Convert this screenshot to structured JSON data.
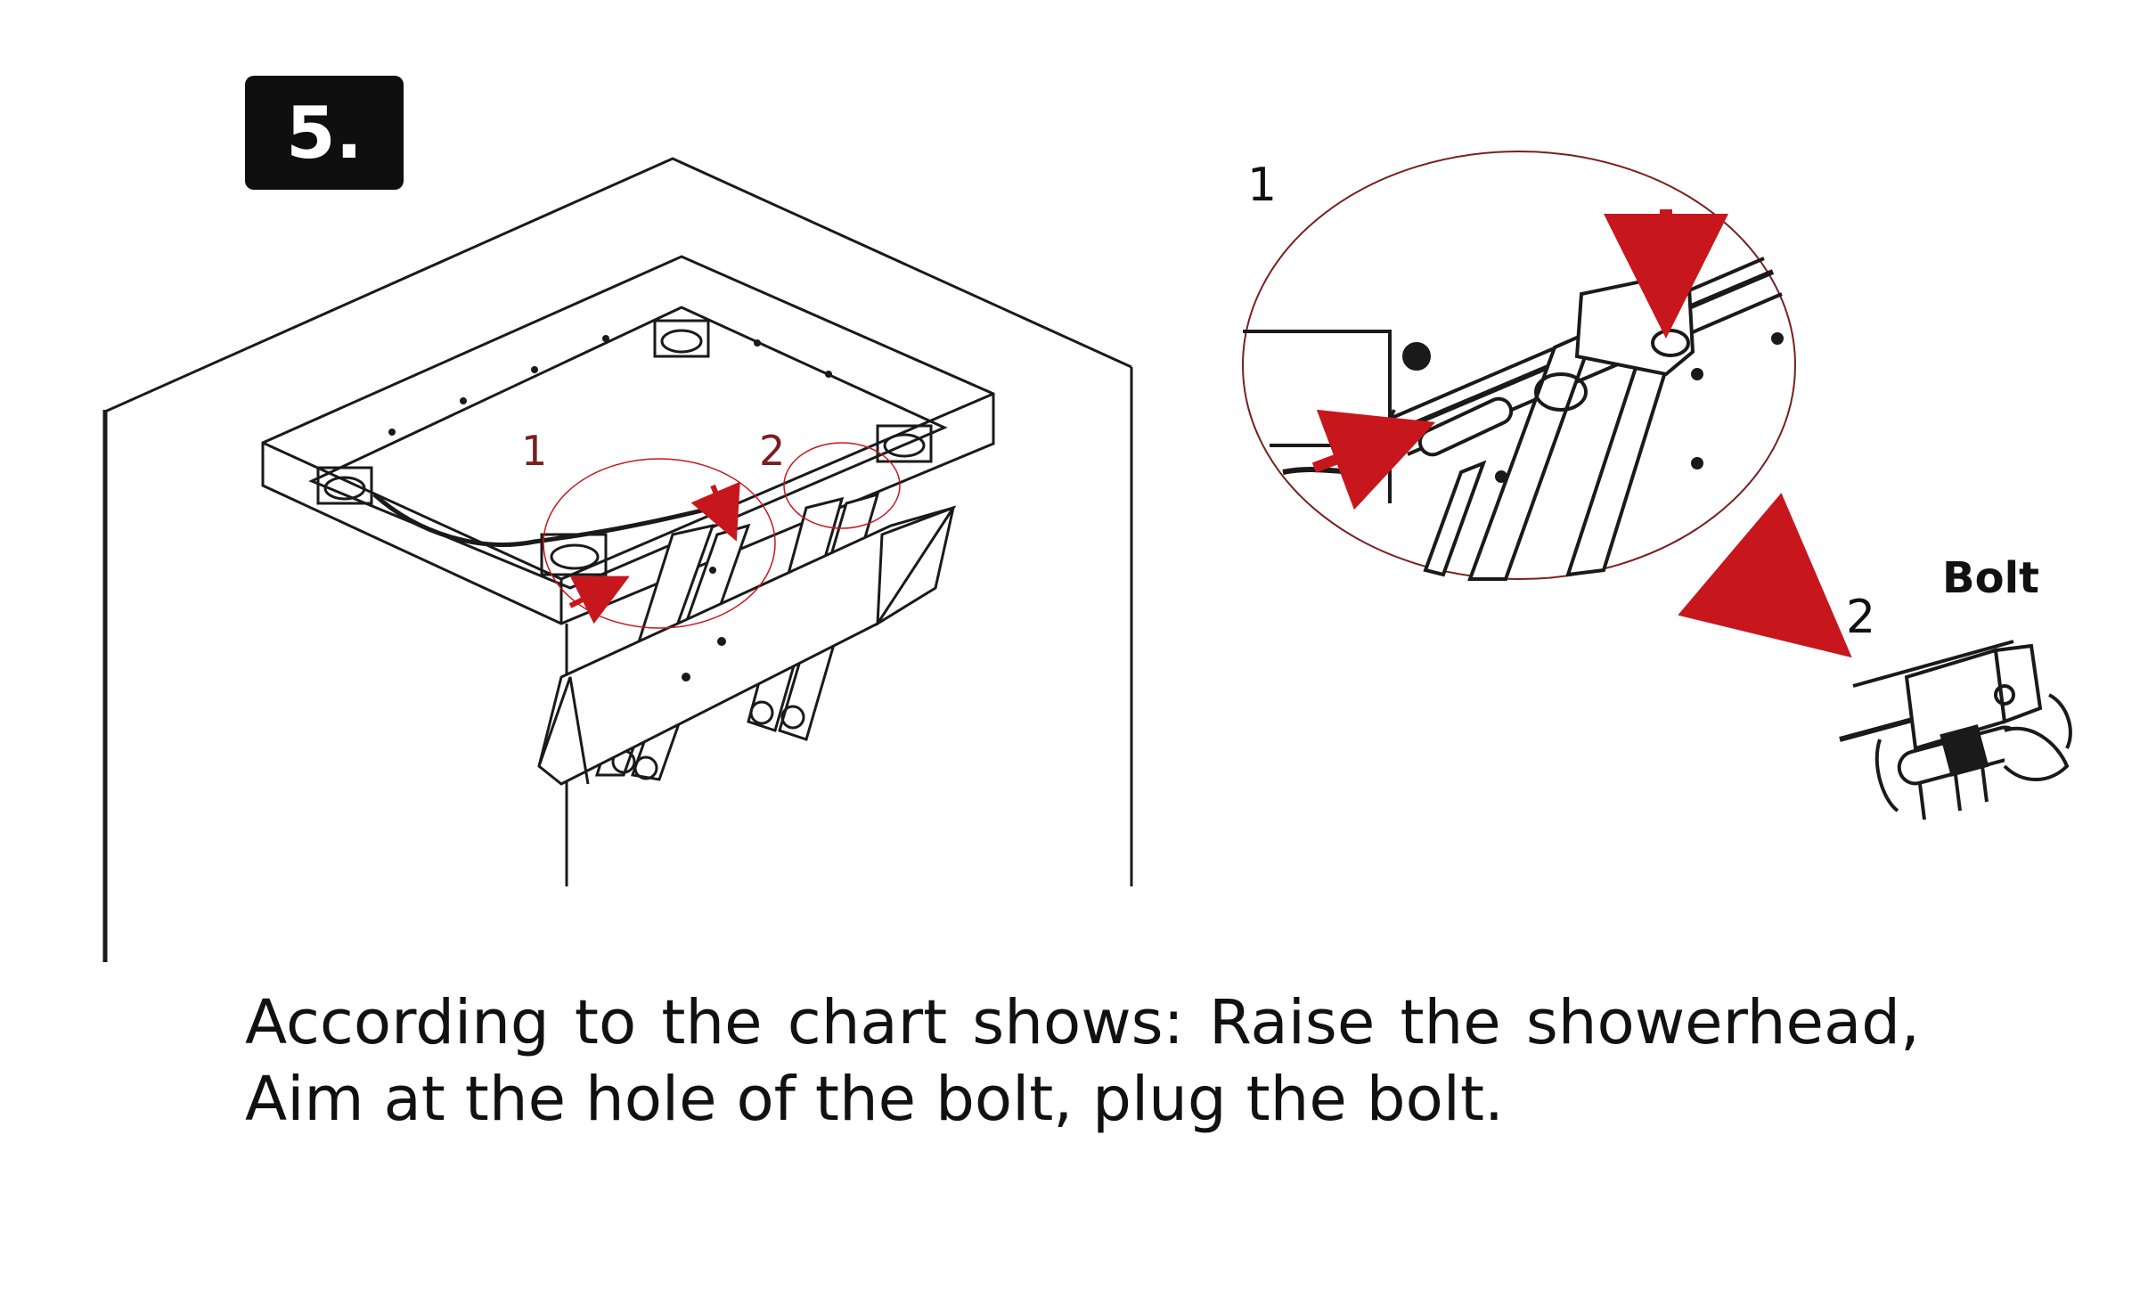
{
  "step": {
    "number": "5."
  },
  "overview": {
    "callout_1": "1",
    "callout_2": "2"
  },
  "detail_1": {
    "label": "1"
  },
  "detail_2": {
    "label": "2",
    "bolt_label": "Bolt"
  },
  "caption": {
    "text": "According to the chart shows: Raise the showerhead, Aim at the hole of the bolt, plug the bolt."
  },
  "colors": {
    "accent_red": "#c8161d",
    "line": "#1a1a1a",
    "badge": "#0f0f0f"
  }
}
